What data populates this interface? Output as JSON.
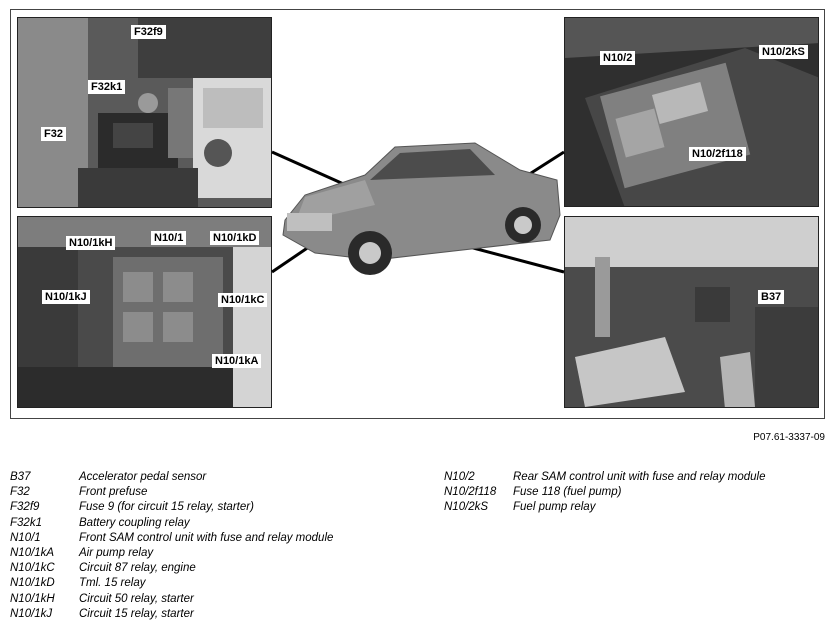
{
  "callouts": {
    "f32f9": "F32f9",
    "f32k1": "F32k1",
    "f32": "F32",
    "n10_2": "N10/2",
    "n10_2ks": "N10/2kS",
    "n10_2f118": "N10/2f118",
    "n10_1kh": "N10/1kH",
    "n10_1": "N10/1",
    "n10_1kd": "N10/1kD",
    "n10_1kj": "N10/1kJ",
    "n10_1kc": "N10/1kC",
    "n10_1ka": "N10/1kA",
    "b37": "B37"
  },
  "figure_number": "P07.61-3337-09",
  "legend_left": [
    {
      "code": "B37",
      "desc": "Accelerator pedal sensor"
    },
    {
      "code": "F32",
      "desc": "Front prefuse"
    },
    {
      "code": "F32f9",
      "desc": "Fuse 9 (for circuit 15 relay, starter)"
    },
    {
      "code": "F32k1",
      "desc": "Battery coupling relay"
    },
    {
      "code": "N10/1",
      "desc": "Front SAM control unit with fuse and relay module"
    },
    {
      "code": "N10/1kA",
      "desc": "Air pump relay"
    },
    {
      "code": "N10/1kC",
      "desc": "Circuit 87 relay, engine"
    },
    {
      "code": "N10/1kD",
      "desc": "Tml. 15 relay"
    },
    {
      "code": "N10/1kH",
      "desc": "Circuit 50 relay, starter"
    },
    {
      "code": "N10/1kJ",
      "desc": "Circuit 15 relay, starter"
    }
  ],
  "legend_right": [
    {
      "code": "N10/2",
      "desc": "Rear SAM control unit with fuse and relay module"
    },
    {
      "code": "N10/2f118",
      "desc": "Fuse 118 (fuel pump)"
    },
    {
      "code": "N10/2kS",
      "desc": "Fuel pump relay"
    }
  ]
}
